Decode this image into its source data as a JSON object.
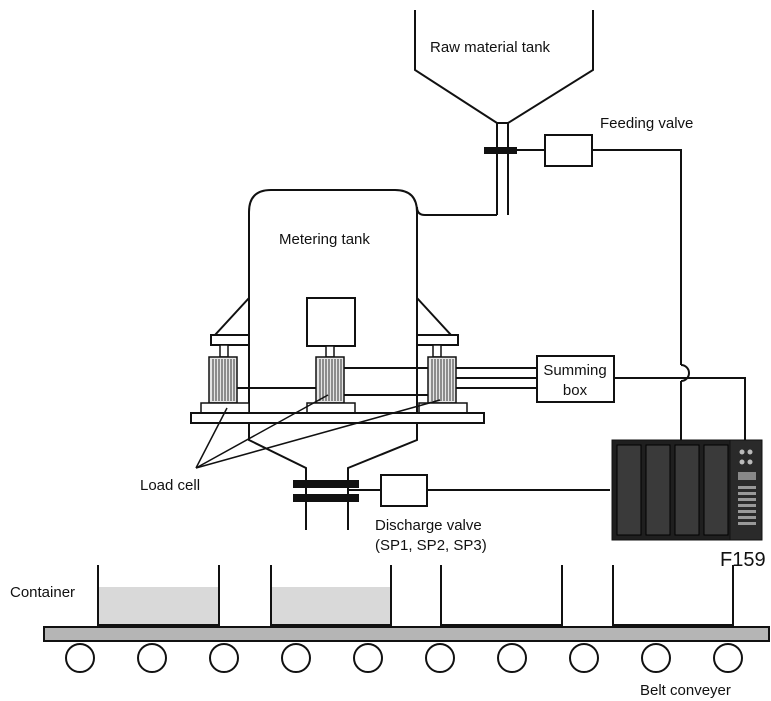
{
  "labels": {
    "raw_material_tank": "Raw material tank",
    "feeding_valve": "Feeding valve",
    "metering_tank": "Metering tank",
    "summing_box_line1": "Summing",
    "summing_box_line2": "box",
    "load_cell": "Load cell",
    "discharge_valve_line1": "Discharge valve",
    "discharge_valve_line2": "(SP1, SP2, SP3)",
    "controller": "F159",
    "container": "Container",
    "belt_conveyer": "Belt conveyer"
  },
  "colors": {
    "line": "#111111",
    "container_fill": "#d9d9d9",
    "belt_fill": "#b5b5b5",
    "load_cell_fill": "#e5e5e5",
    "controller_body": "#1f1f1f",
    "controller_panel": "#3a3a3a"
  }
}
